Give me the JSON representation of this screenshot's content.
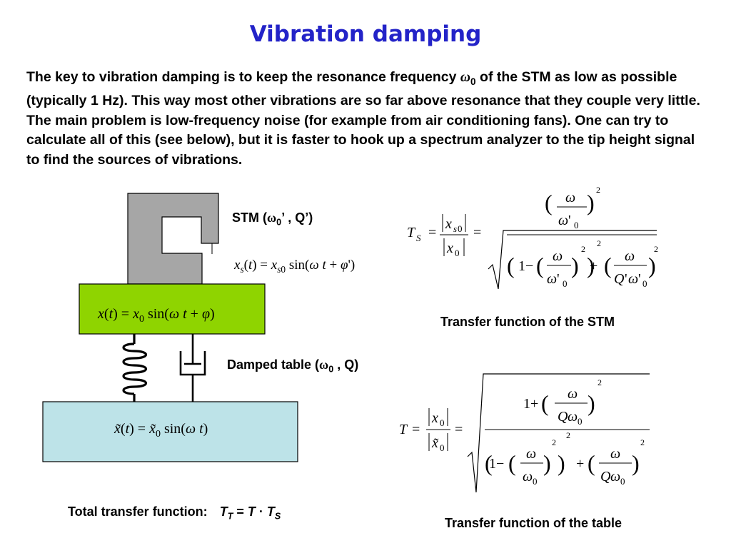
{
  "title": "Vibration damping",
  "intro": {
    "before_omega": "The key to vibration damping is to keep the resonance frequency ",
    "omega_symbol": "ω",
    "omega_sub": "0",
    "after_omega": " of the STM as low as possible (typically 1 Hz). This way most other vibrations are so far above resonance that they couple very little. The main problem is low-frequency noise (for example from air conditioning fans). One can try to calculate all of this (see below), but it is faster to hook up a spectrum analyzer to the tip height signal to find the sources of vibrations."
  },
  "stm_label": {
    "prefix": "STM  (",
    "omega": "ω",
    "sub": "0",
    "suffix": "’  , Q’)"
  },
  "table_label": {
    "prefix": "Damped table (",
    "omega": "ω",
    "sub": "0",
    "suffix": "  , Q)"
  },
  "equations": {
    "stm_motion": "x_s(t) = x_s0 sin(ω t + φ')",
    "table_motion": "x(t) = x_0 sin(ω t + φ)",
    "floor_motion": "x̃(t) = x̃_0 sin(ω t)",
    "ts": "T_S = |x_s0|/|x_0| = sqrt( (ω/ω'_0)^2 / [ (1-(ω/ω'_0)^2)^2 + (ω/(Q'ω'_0))^2 ] )",
    "t": "T = |x_0|/|x̃_0| = sqrt( [1+(ω/(Qω_0))^2] / [ (1-(ω/ω_0)^2)^2 + (ω/(Qω_0))^2 ] )"
  },
  "captions": {
    "stm": "Transfer function of the STM",
    "table": "Transfer function of the table",
    "total_prefix": "Total transfer function:"
  },
  "total_formula": {
    "T": "T",
    "T_sub": "T",
    "eq": " = ",
    "T2": "T",
    "dot": " · ",
    "TS": "T",
    "TS_sub": "S"
  },
  "colors": {
    "title": "#2323c8",
    "stm_body": "#a6a6a6",
    "table_green": "#8fd400",
    "floor_blue": "#bde3e8"
  },
  "icons": [
    "spring-icon",
    "damper-icon"
  ]
}
